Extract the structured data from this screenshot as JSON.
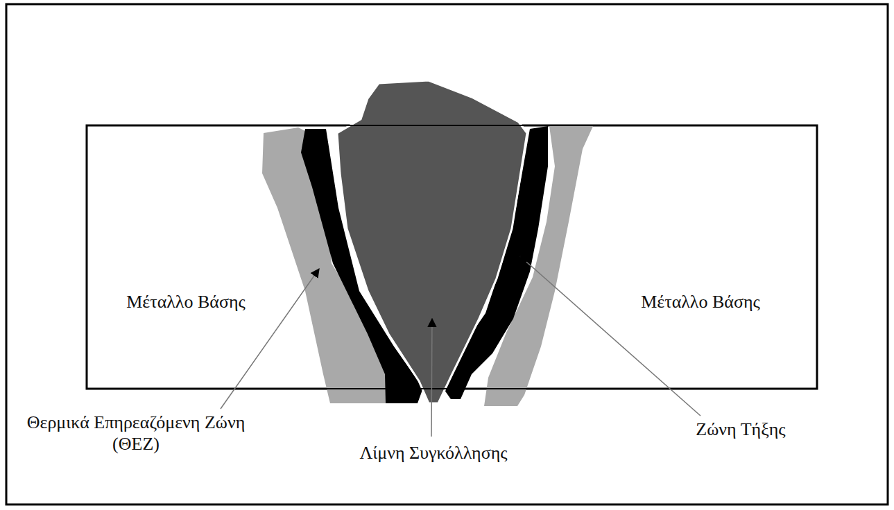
{
  "diagram": {
    "labels": [
      "Μέταλλο Βάσης",
      "Μέταλλο Βάσης",
      "Θερμικά Επηρεαζόμενη Ζώνη (ΘΕΖ)",
      "Λίμνη Συγκόλλησης",
      "Ζώνη Τήξης"
    ]
  }
}
